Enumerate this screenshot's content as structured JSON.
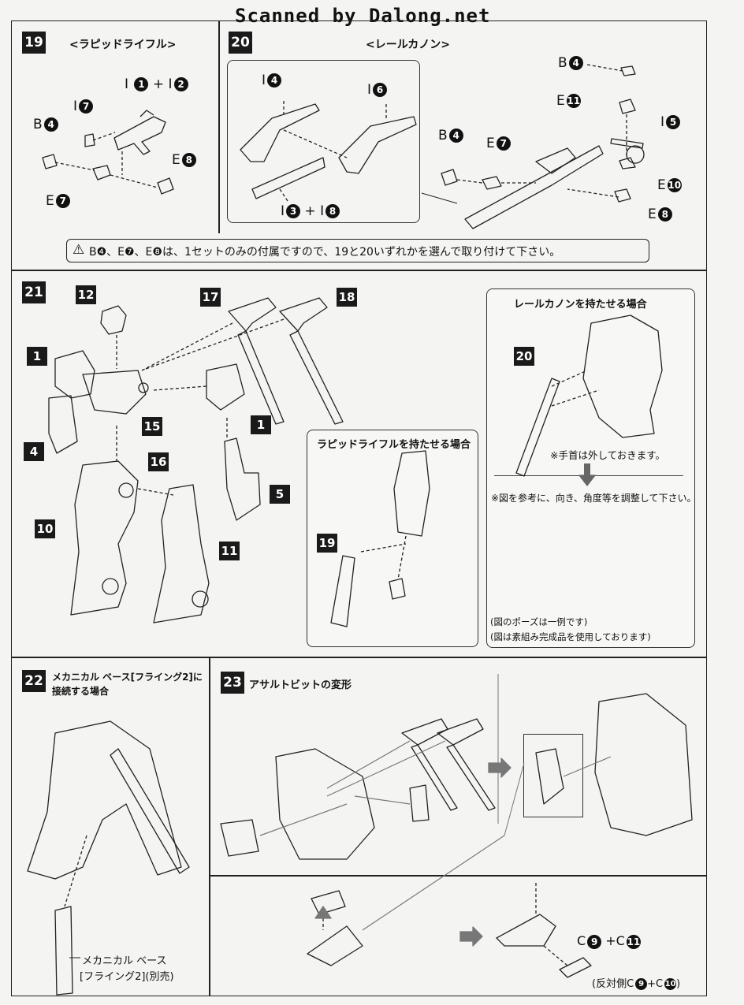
{
  "watermark": "Scanned by Dalong.net",
  "step19": {
    "num": "19",
    "title": "<ラピッドライフル>",
    "parts": {
      "i12_a": "I",
      "i12_n1": "1",
      "i12_plus": "+",
      "i12_b": "I",
      "i12_n2": "2",
      "i7_a": "I",
      "i7_n": "7",
      "b4_a": "B",
      "b4_n": "4",
      "e8_a": "E",
      "e8_n": "8",
      "e7_a": "E",
      "e7_n": "7"
    }
  },
  "step20": {
    "num": "20",
    "title": "<レールカノン>",
    "parts": {
      "i4_a": "I",
      "i4_n": "4",
      "i6_a": "I",
      "i6_n": "6",
      "i38_a": "I",
      "i38_n1": "3",
      "i38_plus": "+",
      "i38_b": "I",
      "i38_n2": "8",
      "b4_a": "B",
      "b4_n": "4",
      "e7_a": "E",
      "e7_n": "7",
      "tb4_a": "B",
      "tb4_n": "4",
      "e11_a": "E",
      "e11_n": "11",
      "i5_a": "I",
      "i5_n": "5",
      "e10_a": "E",
      "e10_n": "10",
      "e8_a": "E",
      "e8_n": "8"
    }
  },
  "notice": {
    "text": "B❹、E❼、E❽は、1セットのみの付属ですので、19と20いずれかを選んで取り付けて下さい。"
  },
  "step21": {
    "num": "21",
    "parts": [
      "12",
      "17",
      "18",
      "1",
      "15",
      "1",
      "4",
      "16",
      "5",
      "10",
      "11"
    ],
    "rapid_box": {
      "title": "ラピッドライフルを持たせる場合",
      "part": "19"
    },
    "rail_box": {
      "title": "レールカノンを持たせる場合",
      "part": "20",
      "note1": "※手首は外しておきます。",
      "note2": "※図を参考に、向き、角度等を調整して下さい。",
      "caption1": "(図のポーズは一例です)",
      "caption2": "(図は素組み完成品を使用しております)"
    }
  },
  "step22": {
    "num": "22",
    "title_line1": "メカニカル ベース[フライング2]に",
    "title_line2": "接続する場合",
    "label_line1": "メカニカル ベース",
    "label_line2": "[フライング2](別売)"
  },
  "step23": {
    "num": "23",
    "title": "アサルトビットの変形",
    "formula_a": "C",
    "formula_n1": "9",
    "formula_plus": "+C",
    "formula_n2": "11",
    "opp_text": "(反対側C",
    "opp_n1": "9",
    "opp_plus": "+C",
    "opp_n2": "10",
    "opp_close": ")"
  }
}
